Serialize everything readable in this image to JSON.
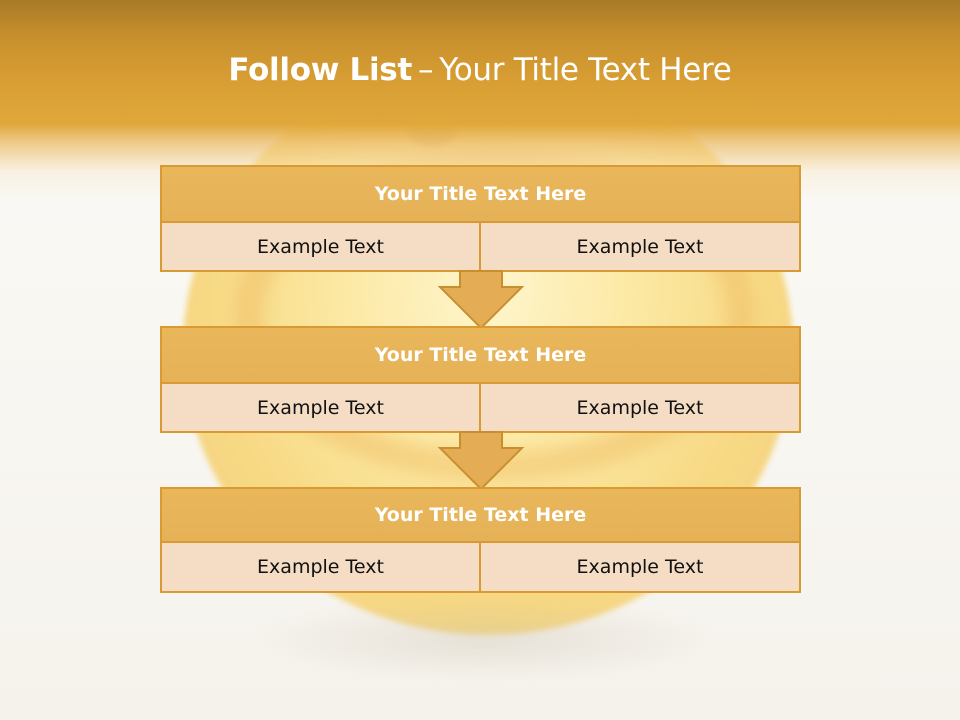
{
  "title": {
    "bold": "Follow List",
    "dash": "–",
    "rest": "Your Title Text Here"
  },
  "blocks": [
    {
      "heading": "Your Title Text Here",
      "left": "Example Text",
      "right": "Example Text"
    },
    {
      "heading": "Your Title Text Here",
      "left": "Example Text",
      "right": "Example Text"
    },
    {
      "heading": "Your Title Text Here",
      "left": "Example Text",
      "right": "Example Text"
    }
  ],
  "colors": {
    "header": "#d89e34",
    "box_border": "#d99a33",
    "box_head_fill": "#e6b258",
    "cell_fill": "#f4ddc4",
    "arrow_fill": "#e4ad55"
  },
  "icons": [
    "down-arrow-icon",
    "down-arrow-icon"
  ]
}
